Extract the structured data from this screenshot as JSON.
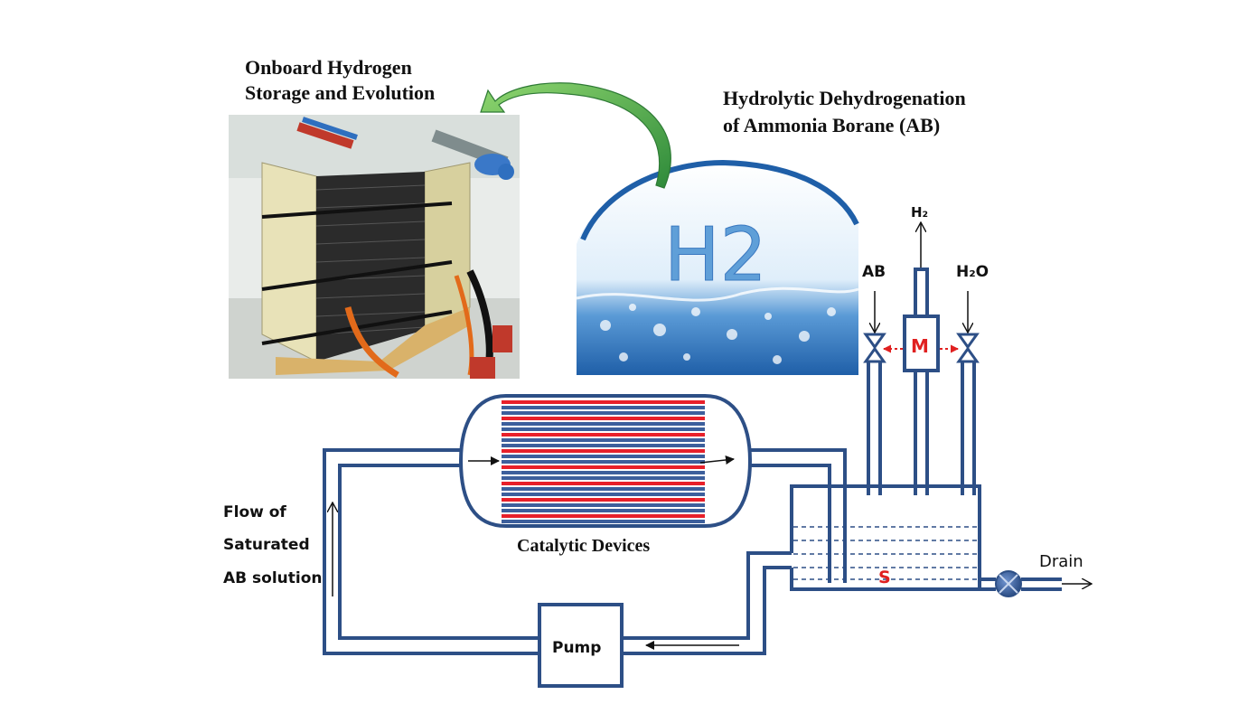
{
  "photo_caption": {
    "line1": "Onboard Hydrogen",
    "line2": "Storage and Evolution"
  },
  "process_caption": {
    "line1": "Hydrolytic Dehydrogenation",
    "line2": "of Ammonia Borane (AB)"
  },
  "h2_picture_text": "H2",
  "flow_label": {
    "line1": "Flow of",
    "line2": "Saturated",
    "line3": "AB solution"
  },
  "catalytic_label": "Catalytic Devices",
  "pump_label": "Pump",
  "drain_label": "Drain",
  "inlet_labels": {
    "ab": "AB",
    "h2": "H₂",
    "h2o": "H₂O"
  },
  "mixer_label": "M",
  "solution_label": "S",
  "colors": {
    "pipe": "#2d4f86",
    "stripe_red": "#e8202a",
    "stripe_blue": "#3d5f9c",
    "marker_red": "#e02020",
    "arrow_green": "#43a845",
    "water_blue": "#4a88c8"
  }
}
